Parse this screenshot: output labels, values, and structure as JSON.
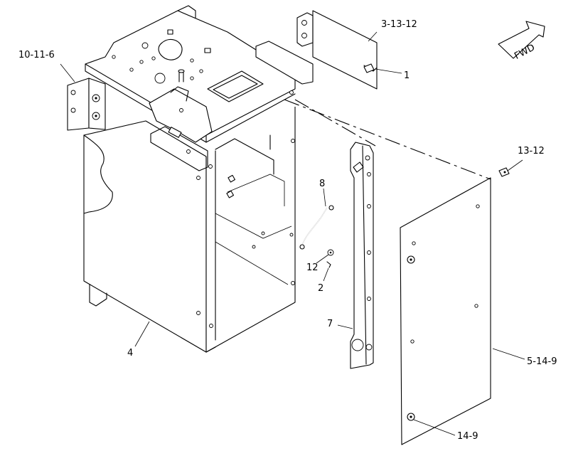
{
  "direction_indicator": {
    "text": "FWD"
  },
  "callouts": [
    {
      "id": "c-10-11-6",
      "text": "10-11-6"
    },
    {
      "id": "c-3-13-12",
      "text": "3-13-12"
    },
    {
      "id": "c-1",
      "text": "1"
    },
    {
      "id": "c-13-12",
      "text": "13-12"
    },
    {
      "id": "c-8",
      "text": "8"
    },
    {
      "id": "c-12",
      "text": "12"
    },
    {
      "id": "c-2",
      "text": "2"
    },
    {
      "id": "c-7",
      "text": "7"
    },
    {
      "id": "c-4",
      "text": "4"
    },
    {
      "id": "c-5-14-9",
      "text": "5-14-9"
    },
    {
      "id": "c-14-9",
      "text": "14-9"
    }
  ]
}
